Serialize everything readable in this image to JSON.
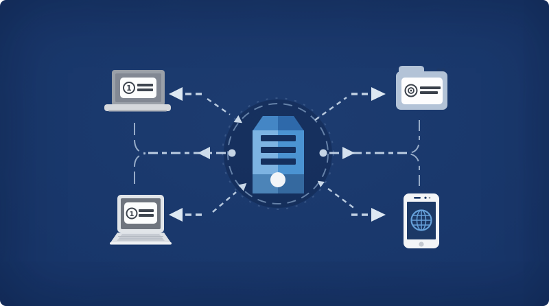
{
  "scene": {
    "title": "central-server-distribution-diagram",
    "background_color": "#17356a",
    "connector_color": "#b7c9de",
    "arrowhead_color": "#dde8f2",
    "hub": {
      "name": "central-server",
      "icon": "server-icon",
      "ring_style": "dashed-circle",
      "slot_count": 3,
      "palette": {
        "lid_left": "#4486c5",
        "lid_right": "#2e69aa",
        "body_left": "#7db3e2",
        "body_right": "#4b93d2",
        "band_left": "#4c84b8",
        "band_right": "#35699f",
        "slot_color": "#142f5e",
        "indicator_color": "#f2f5f8"
      }
    },
    "nodes": {
      "laptop_top_left": {
        "icon": "laptop-monitor-icon",
        "badge_text": "1",
        "card": "document-card"
      },
      "laptop_bottom_left": {
        "icon": "laptop-open-icon",
        "badge_text": "1",
        "card": "document-card"
      },
      "browser_top_right": {
        "icon": "browser-window-icon",
        "badge_icon": "record-icon",
        "card": "document-card"
      },
      "phone_bottom_right": {
        "icon": "smartphone-icon",
        "badge_icon": "globe-icon"
      }
    },
    "edges": [
      {
        "from": "hub",
        "to": "laptop_top_left",
        "style": "dashed",
        "arrow": "toward-node"
      },
      {
        "from": "laptop_top_left",
        "to": "hub",
        "style": "dashed-diagonal",
        "arrow": "toward-hub"
      },
      {
        "from": "hub",
        "to": "laptop_bottom_left",
        "style": "dashed",
        "arrow": "toward-node"
      },
      {
        "from": "laptop_bottom_left",
        "to": "hub",
        "style": "dashed-diagonal",
        "arrow": "toward-hub"
      },
      {
        "from": "hub",
        "to": "browser_top_right",
        "style": "dashed",
        "arrow": "toward-node"
      },
      {
        "from": "hub",
        "to": "browser_top_right",
        "style": "dashed-diagonal",
        "arrow": "none"
      },
      {
        "from": "hub",
        "to": "phone_bottom_right",
        "style": "dashed",
        "arrow": "toward-node"
      },
      {
        "from": "phone_bottom_right",
        "to": "hub",
        "style": "dashed-diagonal",
        "arrow": "toward-hub"
      }
    ]
  }
}
